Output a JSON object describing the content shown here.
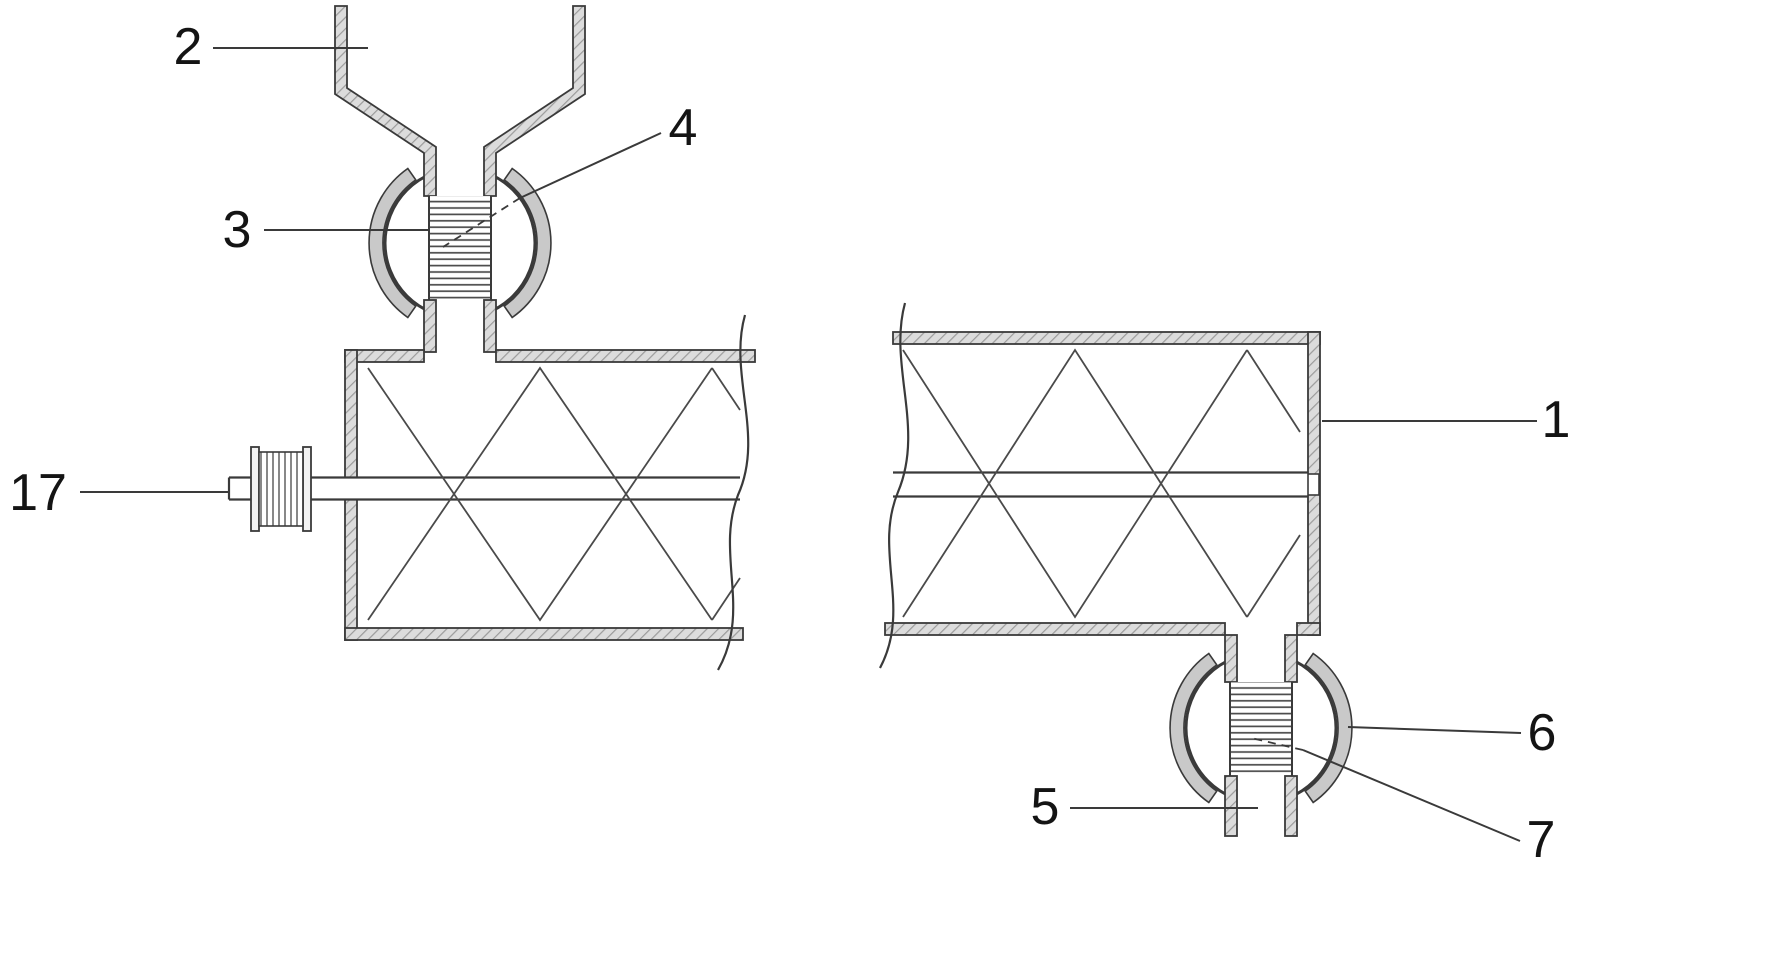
{
  "figure": {
    "type": "patent-line-drawing",
    "background": "#ffffff",
    "line_color": "#3a3a3a",
    "hatch_fill": "#dcdcdc",
    "flange_fill": "#c9c9c9",
    "label_color": "#141414",
    "labels": {
      "n1": "1",
      "n2": "2",
      "n3": "3",
      "n4": "4",
      "n5": "5",
      "n6": "6",
      "n7": "7",
      "n17": "17"
    }
  }
}
